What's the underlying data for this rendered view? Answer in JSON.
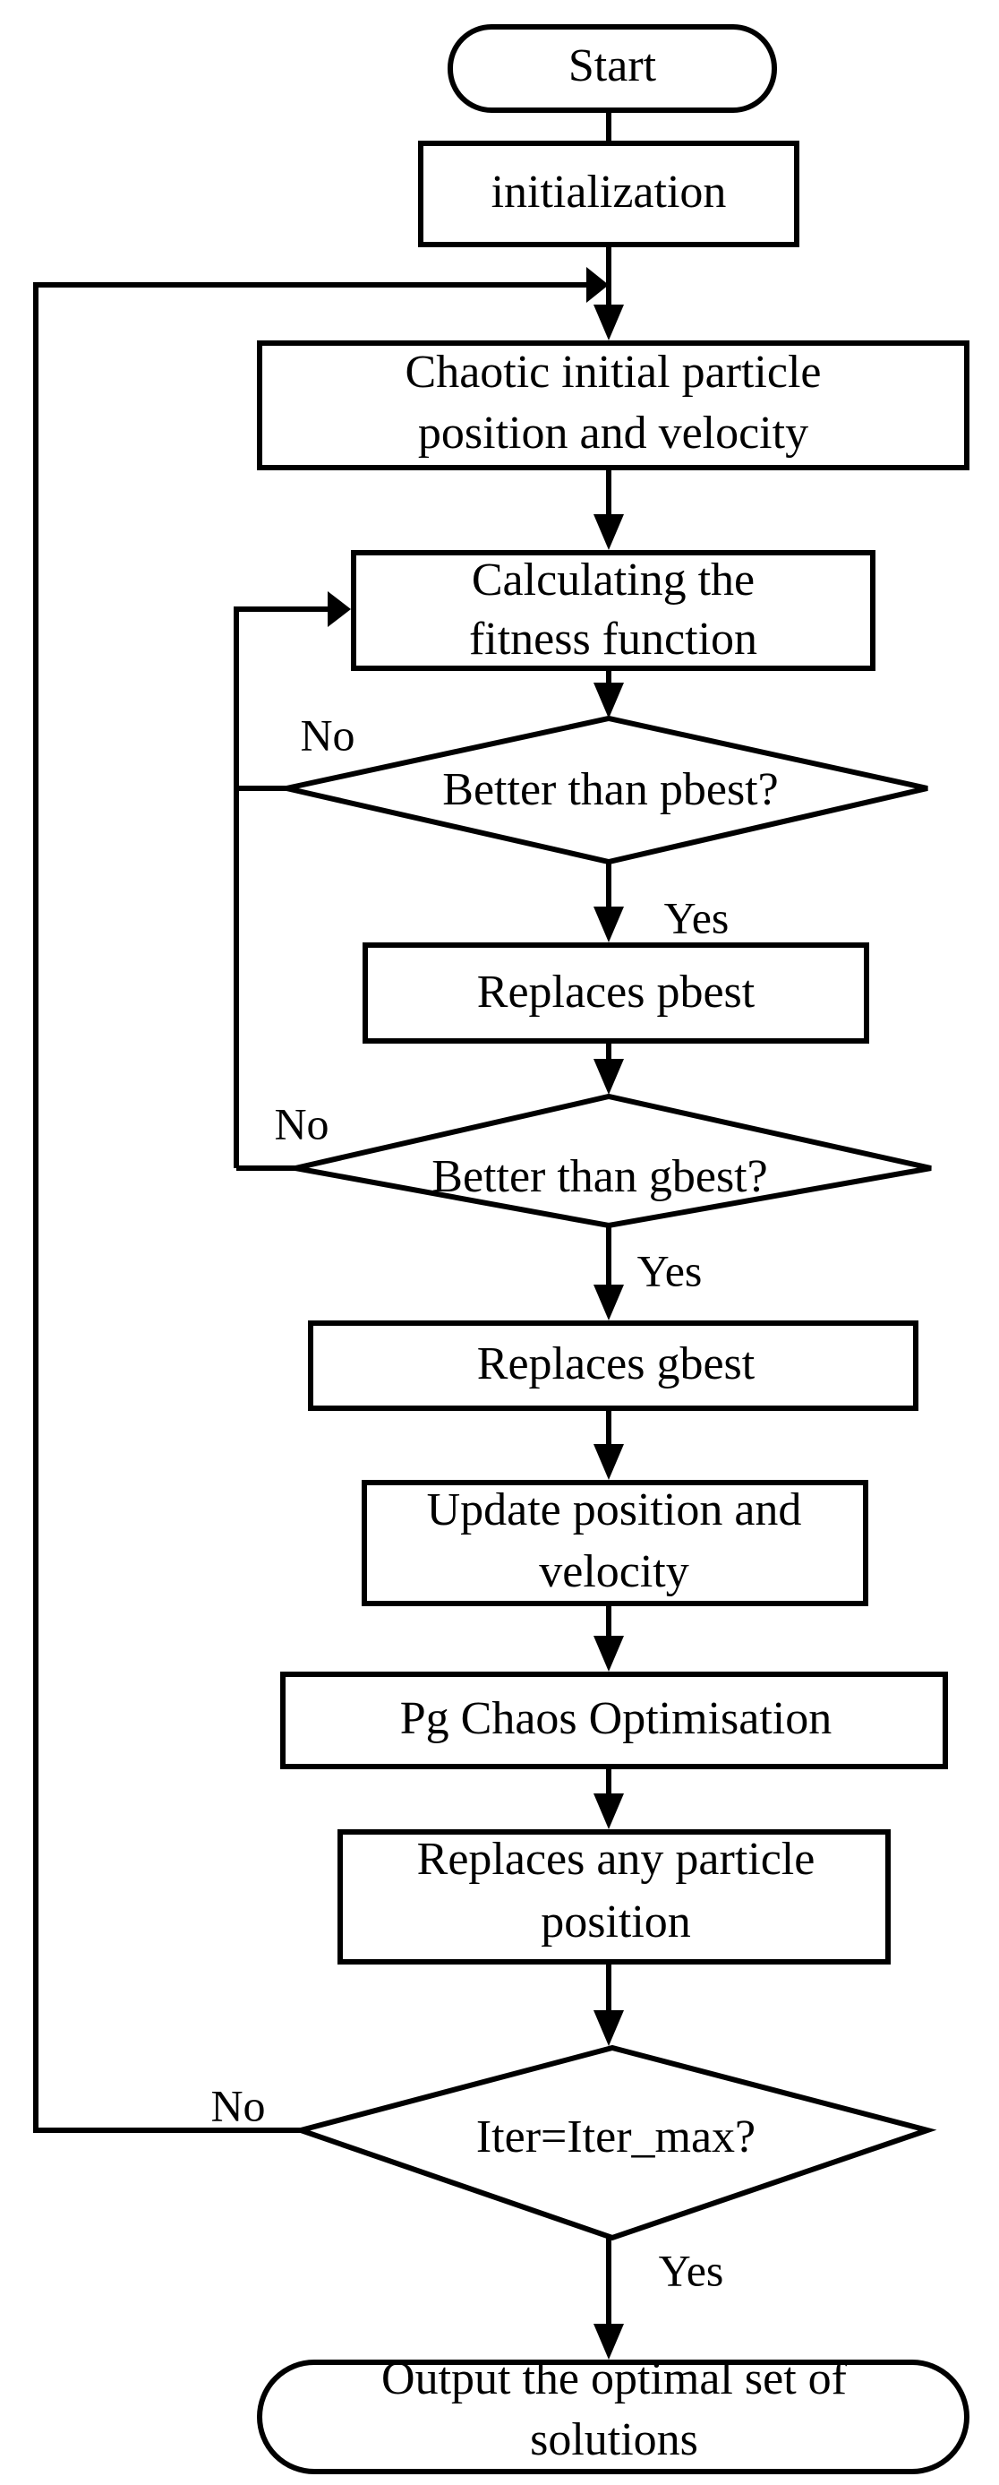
{
  "nodes": {
    "start": "Start",
    "init": "initialization",
    "chaotic": [
      "Chaotic initial particle",
      "position and velocity"
    ],
    "fitness": [
      "Calculating the",
      "fitness function"
    ],
    "pbest_q": "Better than pbest?",
    "pbest_r": "Replaces pbest",
    "gbest_q": "Better than gbest?",
    "gbest_r": "Replaces gbest",
    "update": [
      "Update position and",
      "velocity"
    ],
    "chaos": "Pg Chaos Optimisation",
    "replace_any": [
      "Replaces any particle",
      "position"
    ],
    "iter_q": "Iter=Iter_max?",
    "output": [
      "Output the optimal set of",
      "solutions"
    ]
  },
  "labels": {
    "pbest_no": "No",
    "pbest_yes": "Yes",
    "gbest_no": "No",
    "gbest_yes": "Yes",
    "iter_no": "No",
    "iter_yes": "Yes"
  }
}
